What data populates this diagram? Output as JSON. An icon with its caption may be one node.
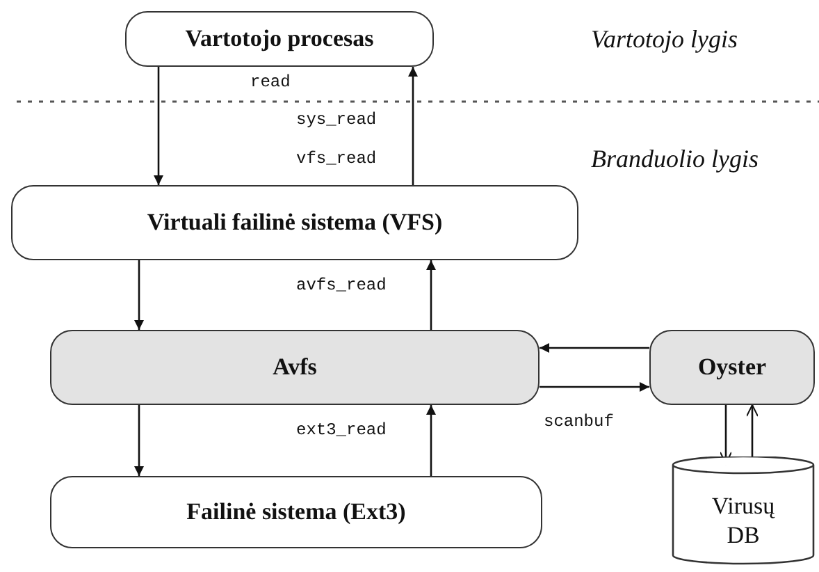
{
  "diagram": {
    "nodes": [
      {
        "text": [
          "Vartotojo procesas"
        ]
      },
      {
        "text": [
          "Virtuali failinė sistema (VFS)"
        ]
      },
      {
        "text": [
          "Avfs"
        ]
      },
      {
        "text": [
          "Oyster"
        ]
      },
      {
        "text": [
          "Virusų DB"
        ]
      },
      {
        "text": [
          "Failinė sistema (Ext3)"
        ]
      }
    ],
    "edges": [
      {
        "from": 0,
        "to": 1,
        "arrow": "to"
      },
      {
        "from": 1,
        "to": 0,
        "arrow": "to"
      },
      {
        "from": 1,
        "to": 2,
        "arrow": "to"
      },
      {
        "from": 2,
        "to": 1,
        "arrow": "to"
      },
      {
        "from": 2,
        "to": 5,
        "arrow": "to"
      },
      {
        "from": 5,
        "to": 2,
        "arrow": "to"
      },
      {
        "from": 3,
        "to": 2,
        "arrow": "to"
      },
      {
        "from": 2,
        "to": 3,
        "arrow": "to"
      },
      {
        "from": 3,
        "to": 4,
        "arrow": "to"
      },
      {
        "from": 4,
        "to": 3,
        "arrow": "to"
      }
    ],
    "labels": [
      "Vartotojo lygis",
      "read",
      "sys_read",
      "Branduolio lygis",
      "vfs_read",
      "avfs_read",
      "ext3_read",
      "scanbuf"
    ]
  }
}
